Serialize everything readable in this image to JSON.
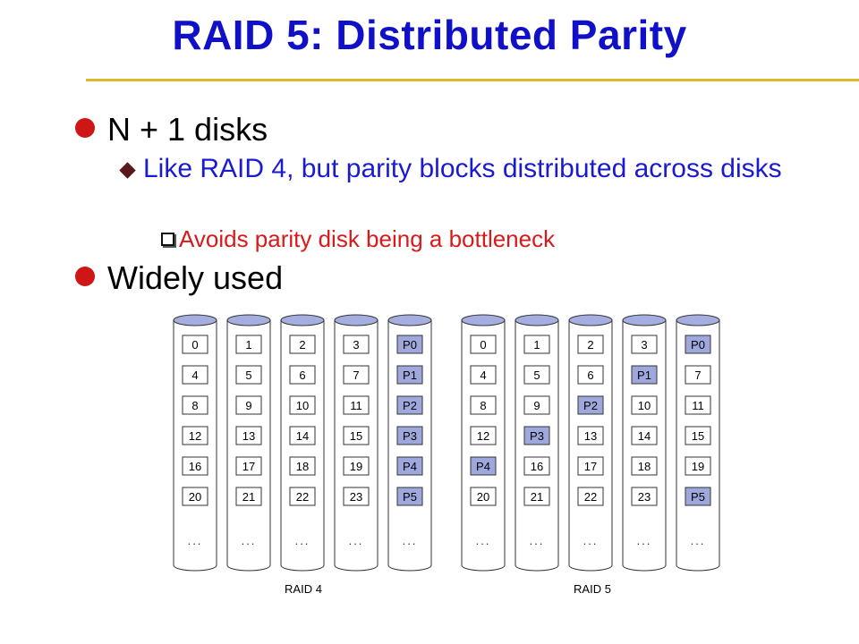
{
  "title": "RAID 5: Distributed Parity",
  "bullets": {
    "b1": "N + 1 disks",
    "b1_sub": "Like RAID 4, but parity blocks distributed across disks",
    "b1_subsub": "Avoids parity disk being a bottleneck",
    "b2": "Widely used"
  },
  "colors": {
    "title": "#1010c8",
    "rule": "#e0b830",
    "bullet_dot": "#ce1616",
    "parity_fill": "#9fa8dd",
    "disk_top": "#a4aee0"
  },
  "diagram": {
    "ellipsis": "...",
    "groups": [
      {
        "label": "RAID 4",
        "disks": [
          [
            "0",
            "4",
            "8",
            "12",
            "16",
            "20"
          ],
          [
            "1",
            "5",
            "9",
            "13",
            "17",
            "21"
          ],
          [
            "2",
            "6",
            "10",
            "14",
            "18",
            "22"
          ],
          [
            "3",
            "7",
            "11",
            "15",
            "19",
            "23"
          ],
          [
            "P0",
            "P1",
            "P2",
            "P3",
            "P4",
            "P5"
          ]
        ]
      },
      {
        "label": "RAID 5",
        "disks": [
          [
            "0",
            "4",
            "8",
            "12",
            "P4",
            "20"
          ],
          [
            "1",
            "5",
            "9",
            "P3",
            "16",
            "21"
          ],
          [
            "2",
            "6",
            "P2",
            "13",
            "17",
            "22"
          ],
          [
            "3",
            "P1",
            "10",
            "14",
            "18",
            "23"
          ],
          [
            "P0",
            "7",
            "11",
            "15",
            "19",
            "P5"
          ]
        ]
      }
    ]
  }
}
